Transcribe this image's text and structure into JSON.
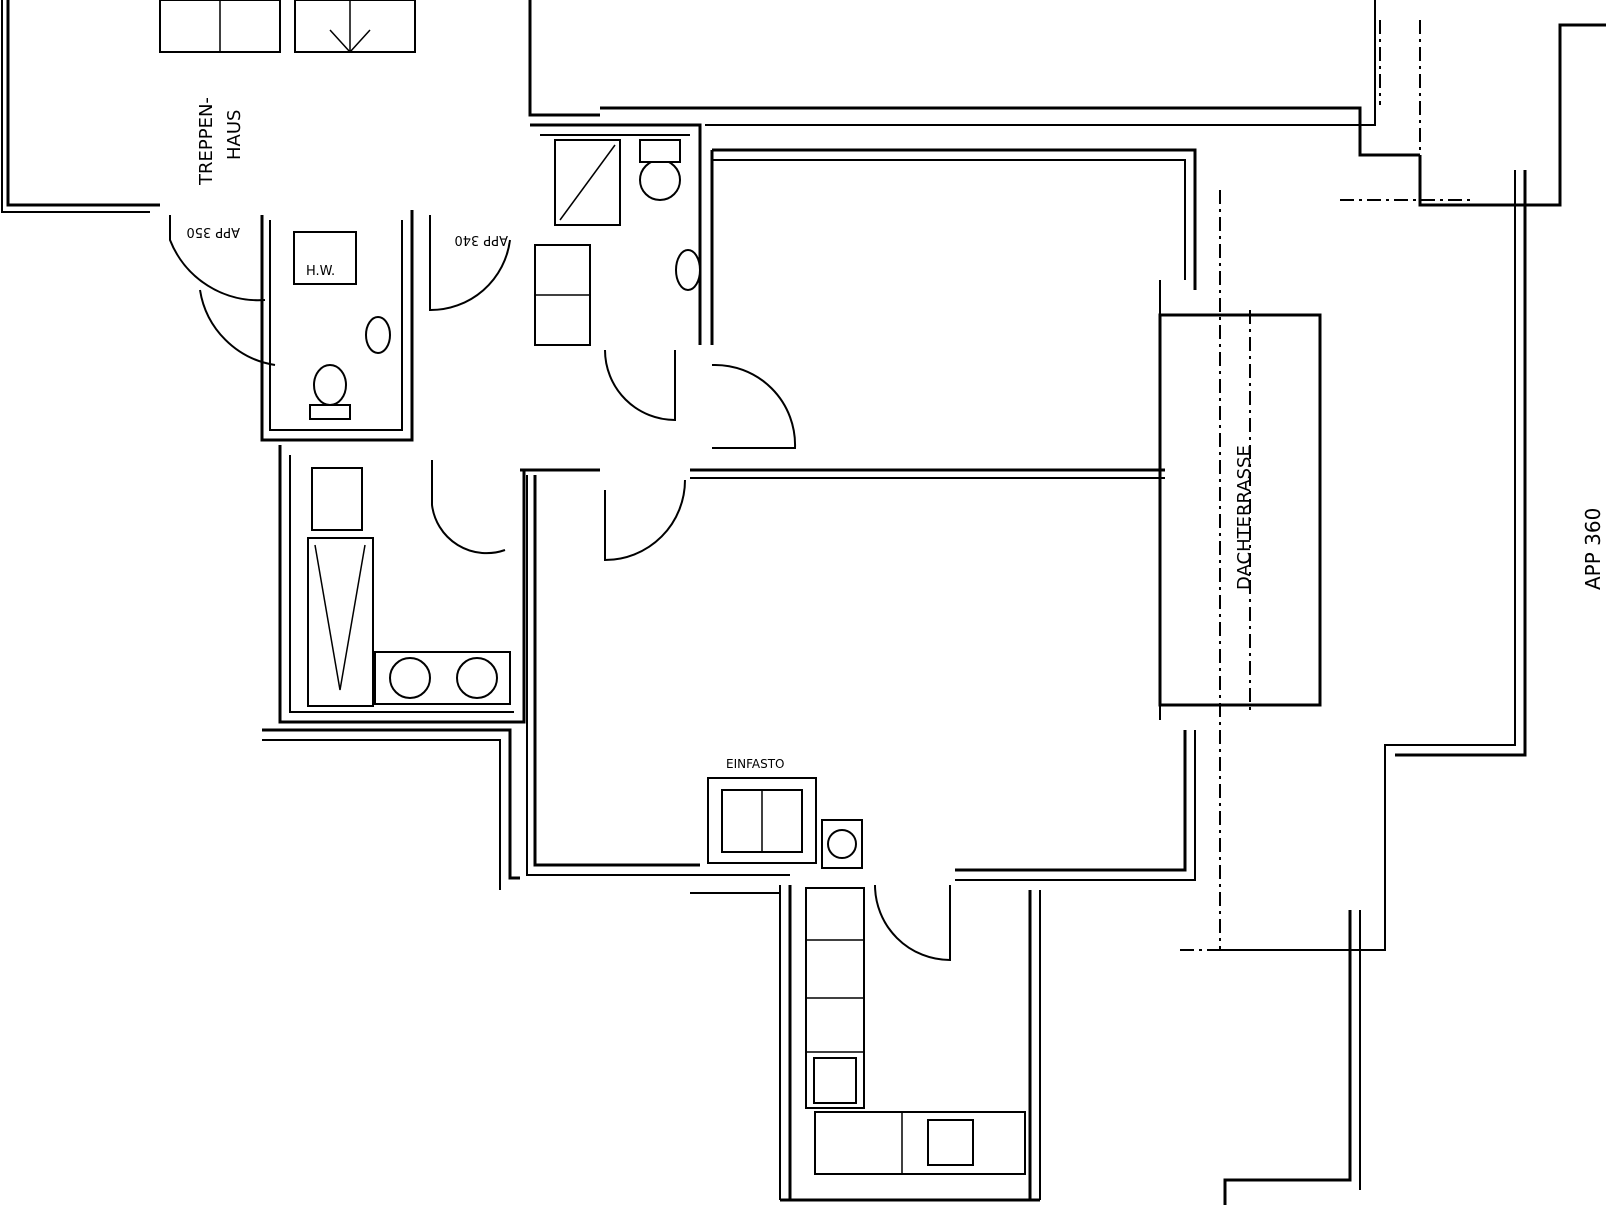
{
  "labels": {
    "stairwell_line1": "TREPPEN-",
    "stairwell_line2": "HAUS",
    "roof_terrace": "DACHTERRASSE",
    "apartment": "APP 360",
    "door_left": "APP 350",
    "door_right": "APP 340",
    "utility_box": "H.W.",
    "fixture_label": "EINFASTO"
  }
}
